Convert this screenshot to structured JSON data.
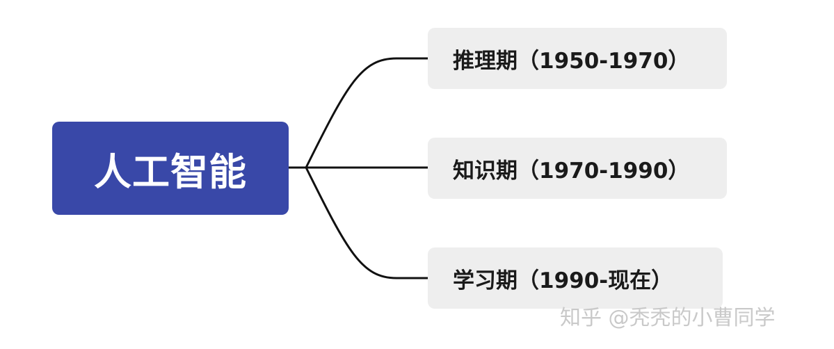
{
  "diagram": {
    "root": {
      "label": "人工智能",
      "color": "#3948a8"
    },
    "branches": [
      {
        "label": "推理期（1950-1970）"
      },
      {
        "label": "知识期（1970-1990）"
      },
      {
        "label": "学习期（1990-现在）"
      }
    ],
    "branch_color": "#eeeeee",
    "connector_color": "#111111"
  },
  "watermark": {
    "text": "知乎 @秃秃的小曹同学"
  }
}
